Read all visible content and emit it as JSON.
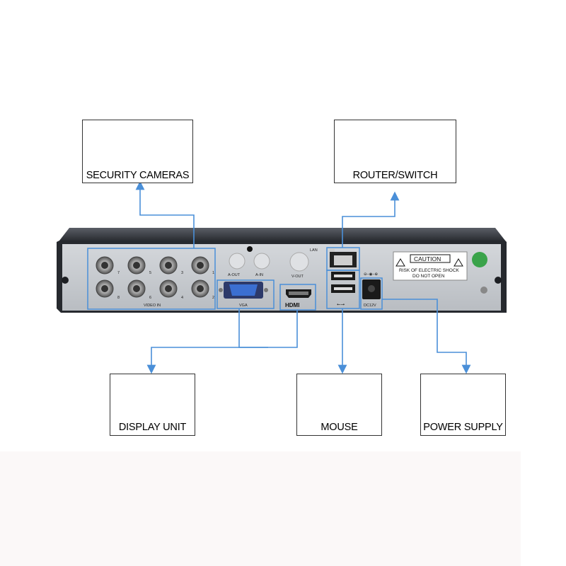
{
  "devices": {
    "cameras": "SECURITY CAMERAS",
    "router": "ROUTER/SWITCH",
    "display": "DISPLAY UNIT",
    "mouse": "MOUSE",
    "power": "POWER SUPPLY"
  },
  "panel": {
    "video_in": "VIDEO IN",
    "vga": "VGA",
    "hdmi": "HDMI",
    "a_out": "A-OUT",
    "a_in": "A-IN",
    "v_out": "V-OUT",
    "lan": "LAN",
    "dc": "DC12V",
    "caution_title": "CAUTION",
    "caution_line1": "RISK OF ELECTRIC SHOCK",
    "caution_line2": "DO NOT OPEN",
    "bnc_numbers": [
      "7",
      "5",
      "3",
      "1",
      "8",
      "6",
      "4",
      "2"
    ]
  },
  "colors": {
    "connector": "#4a8fd8",
    "panel": "#c9ccd0",
    "chassis": "#2b2e33"
  }
}
